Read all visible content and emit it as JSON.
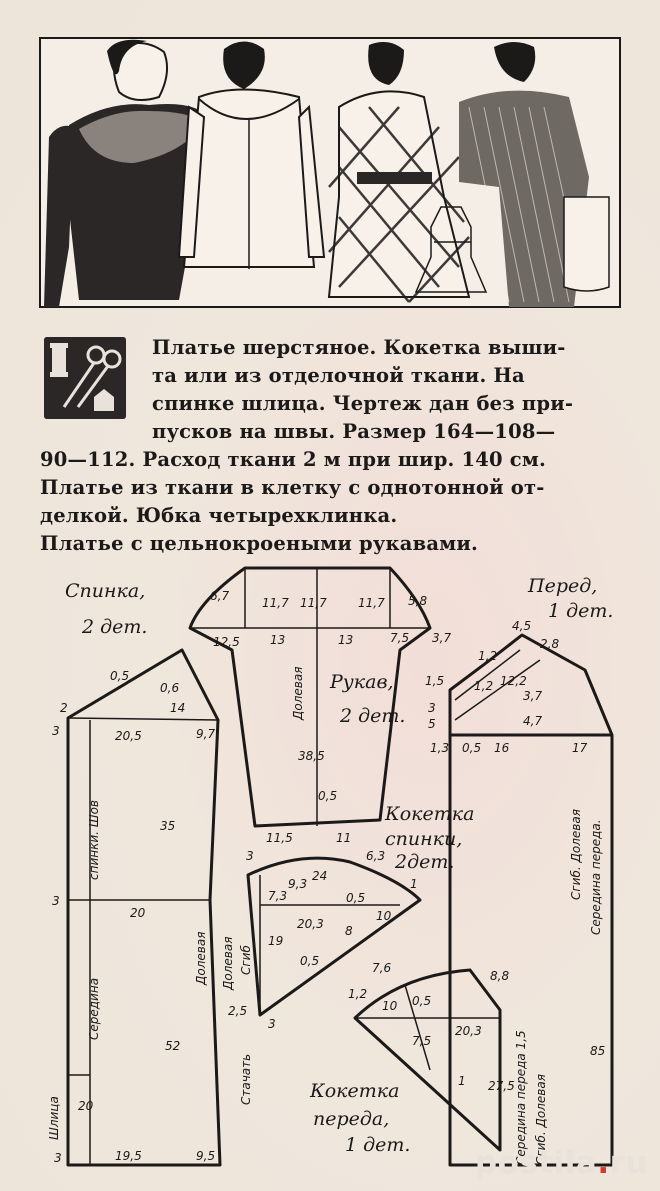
{
  "description": {
    "lines": [
      "Платье шерстяное. Кокетка выши-",
      "та или из отделочной ткани. На",
      "спинке шлица. Чертеж дан без при-",
      "пусков на швы. Размер 164—108—",
      "90—112. Расход ткани 2 м при шир. 140 см.",
      "Платье из ткани в клетку с однотонной от-",
      "делкой. Юбка четырехклинка.",
      "Платье с цельнокроеными рукавами."
    ]
  },
  "pattern": {
    "back": {
      "name": "Спинка,",
      "count": "2 дет."
    },
    "front": {
      "name": "Перед,",
      "count": "1 дет."
    },
    "sleeve": {
      "name": "Рукав,",
      "count": "2 дет."
    },
    "back_yoke": {
      "name1": "Кокетка",
      "name2": "спинки,",
      "count": "2дет."
    },
    "front_yoke": {
      "name1": "Кокетка",
      "name2": "переда,",
      "count": "1 дет."
    },
    "grain_labels": {
      "sleeve": "Долевая",
      "back_side": "Долевая",
      "back_yoke_grain": "Долевая",
      "back_yoke_fold": "Сгиб",
      "front_fold": "Сгиб. Долевая",
      "front_center": "Середина переда.",
      "front_yoke_grain": "Сгиб. Долевая",
      "front_yoke_center": "Середина переда 1,5",
      "back_center": "Середина",
      "back_seam": "спинки. Шов",
      "slit": "Шлица",
      "stitch": "Стачать"
    },
    "measurements": {
      "sleeve": [
        "6,7",
        "11,7",
        "11,7",
        "11,7",
        "5,8",
        "12,5",
        "13",
        "13",
        "7,5",
        "3,7",
        "38,5",
        "0,5",
        "11,5",
        "11"
      ],
      "back": [
        "3",
        "2",
        "0,5",
        "0,6",
        "14",
        "20,5",
        "9,7",
        "35",
        "3",
        "20",
        "52",
        "20",
        "19,5",
        "9,5",
        "3"
      ],
      "front": [
        "4,5",
        "2,8",
        "1,2",
        "1,2",
        "12,2",
        "3,7",
        "4,7",
        "1,5",
        "3",
        "5",
        "1,3",
        "0,5",
        "16",
        "17",
        "85"
      ],
      "back_yoke": [
        "3",
        "9,3",
        "24",
        "6,3",
        "1",
        "7,3",
        "0,5",
        "19",
        "20,3",
        "8",
        "10",
        "0,5",
        "2,5",
        "3"
      ],
      "front_yoke": [
        "7,6",
        "8,8",
        "1,2",
        "10",
        "0,5",
        "7,5",
        "20,3",
        "27,5",
        "1"
      ]
    }
  },
  "watermark": {
    "brand": "postila",
    "tld": ".ru"
  },
  "colors": {
    "paper": "#efe6dc",
    "ink": "#1c1a19",
    "pink_tint": "#f2ded8",
    "watermark_dot": "#d23a2f"
  }
}
